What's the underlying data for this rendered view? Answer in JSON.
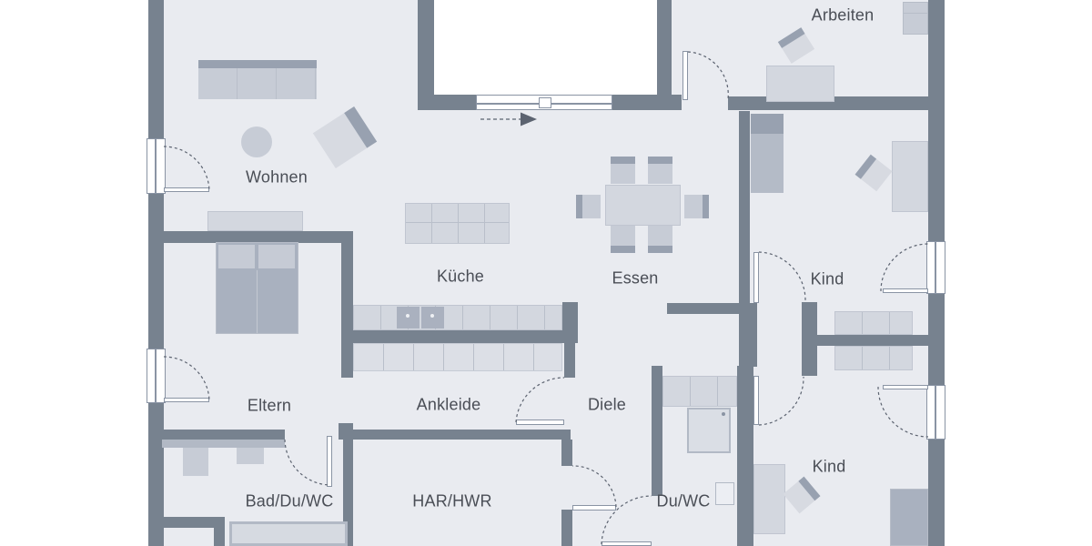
{
  "plan": {
    "type": "floor-plan",
    "rooms": [
      {
        "id": "wohnen",
        "label": "Wohnen"
      },
      {
        "id": "kueche",
        "label": "Küche"
      },
      {
        "id": "essen",
        "label": "Essen"
      },
      {
        "id": "arbeiten",
        "label": "Arbeiten"
      },
      {
        "id": "kind-oben",
        "label": "Kind"
      },
      {
        "id": "kind-unten",
        "label": "Kind"
      },
      {
        "id": "eltern",
        "label": "Eltern"
      },
      {
        "id": "ankleide",
        "label": "Ankleide"
      },
      {
        "id": "diele",
        "label": "Diele"
      },
      {
        "id": "bad-du-wc",
        "label": "Bad/Du/WC"
      },
      {
        "id": "har-hwr",
        "label": "HAR/HWR"
      },
      {
        "id": "du-wc",
        "label": "Du/WC"
      }
    ],
    "icons": [
      {
        "name": "entrance-direction-arrow"
      },
      {
        "name": "door-swing-arc"
      },
      {
        "name": "cooktop-burners"
      }
    ],
    "colors": {
      "wall": "#77828f",
      "floor": "#e9ebf0",
      "outside": "#ffffff",
      "furn-light": "#d3d7df",
      "furn-mid": "#c7ccd6",
      "furn-dark": "#98a1b0",
      "bed": "#a9b1bf",
      "pillow": "#c6cbd5",
      "line": "#b9bfca",
      "frame": "#8a94a4",
      "arc": "#5c6370",
      "text": "#4a4e56"
    }
  }
}
